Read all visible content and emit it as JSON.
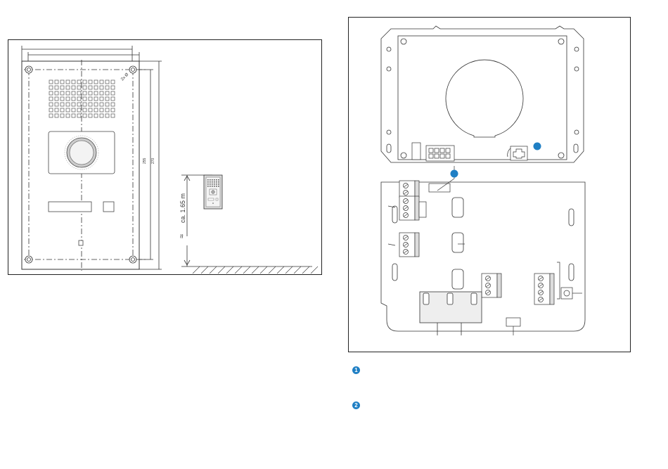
{
  "left_figure": {
    "dim_height_inner": "255",
    "dim_height_outer": "270",
    "dim_screw": "2x Ø",
    "mount_height": "ca. 1.65 m",
    "break_mark": "≈"
  },
  "right_figure": {
    "callout_1": "1",
    "callout_2": "2"
  },
  "legend": {
    "item_1": "1",
    "item_2": "2"
  },
  "colors": {
    "accent": "#1f7fc4",
    "line": "#333333"
  }
}
